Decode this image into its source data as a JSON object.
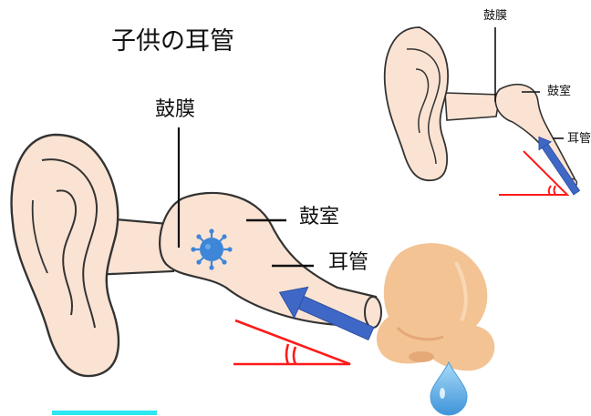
{
  "title": "子供の耳管",
  "large_diagram": {
    "label_eardrum": "鼓膜",
    "label_tympanic_cavity": "鼓室",
    "label_eustachian_tube": "耳管"
  },
  "small_diagram": {
    "label_eardrum": "鼓膜",
    "label_tympanic_cavity": "鼓室",
    "label_eustachian_tube": "耳管"
  },
  "colors": {
    "skin": "#fbe3d3",
    "outline": "#333333",
    "angle_line": "#ff1a1a",
    "arrow": "#3f68c6",
    "virus": "#3d86d8",
    "nose": "#f3c394",
    "nose_shadow": "#e5a877",
    "drop": "#6eb5e8",
    "cyan_bar": "#2ce6f2"
  },
  "icons": {
    "virus": "virus-icon",
    "nose": "nose-icon",
    "drop": "water-drop-icon"
  }
}
